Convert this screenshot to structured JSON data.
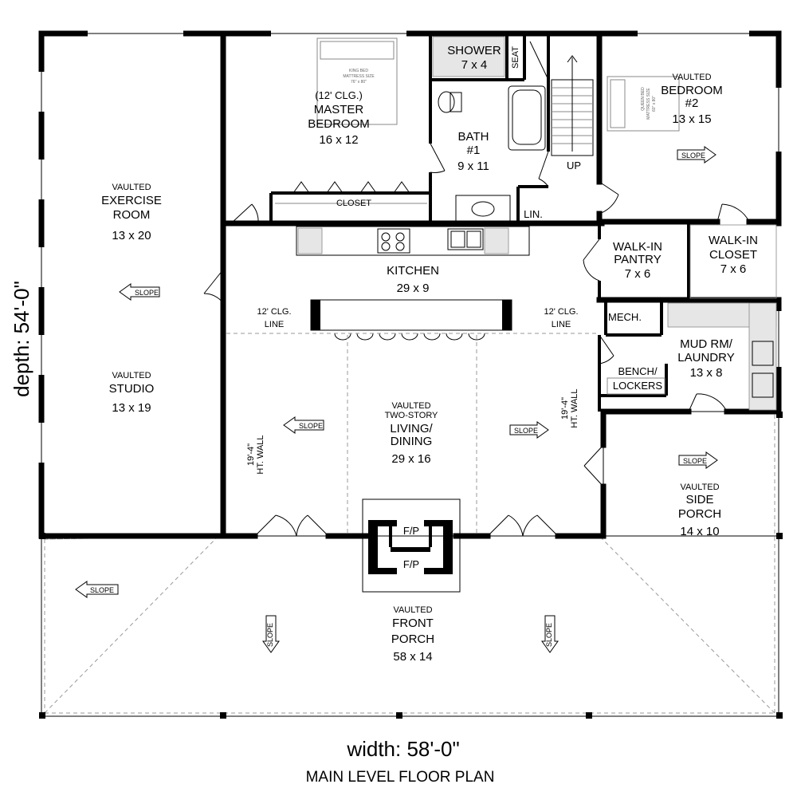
{
  "rooms": {
    "exercise": {
      "line1": "VAULTED",
      "line2": "EXERCISE",
      "line3": "ROOM",
      "size": "13 x 20"
    },
    "studio": {
      "line1": "VAULTED",
      "line2": "STUDIO",
      "size": "13 x 19"
    },
    "master": {
      "line1": "(12' CLG.)",
      "line2": "MASTER",
      "line3": "BEDROOM",
      "size": "16 x 12"
    },
    "shower": {
      "name": "SHOWER",
      "size": "7 x 4",
      "seat": "SEAT"
    },
    "bath": {
      "line1": "BATH",
      "line2": "#1",
      "size": "9 x 11"
    },
    "bedroom2": {
      "line1": "VAULTED",
      "line2": "BEDROOM",
      "line3": "#2",
      "size": "13 x 15"
    },
    "closet": "CLOSET",
    "linen": "LIN.",
    "stairs_up": "UP",
    "kitchen": {
      "name": "KITCHEN",
      "size": "29 x 9"
    },
    "pantry": {
      "line1": "WALK-IN",
      "line2": "PANTRY",
      "size": "7 x 6"
    },
    "wic": {
      "line1": "WALK-IN",
      "line2": "CLOSET",
      "size": "7 x 6"
    },
    "mech": "MECH.",
    "mud": {
      "line1": "MUD RM/",
      "line2": "LAUNDRY",
      "size": "13 x 8"
    },
    "bench": {
      "line1": "BENCH/",
      "line2": "LOCKERS"
    },
    "living": {
      "line1": "VAULTED",
      "line2": "TWO-STORY",
      "line3": "LIVING/",
      "line4": "DINING",
      "size": "29 x 16"
    },
    "side_porch": {
      "line1": "VAULTED",
      "line2": "SIDE",
      "line3": "PORCH",
      "size": "14 x 10"
    },
    "front_porch": {
      "line1": "VAULTED",
      "line2": "FRONT",
      "line3": "PORCH",
      "size": "58 x 14"
    }
  },
  "notes": {
    "clg_line_1": "12' CLG.",
    "clg_line_2": "LINE",
    "ht_wall_1": "19'-4\"",
    "ht_wall_2": "HT. WALL",
    "fireplace": "F/P",
    "slope": "SLOPE",
    "king_bed": "KING BED",
    "king_mattress": "MATTRESS SIZE",
    "king_dims": "76\" x 80\"",
    "queen_bed": "QUEEN BED",
    "queen_mattress": "MATTRESS SIZE",
    "queen_dims": "60\" x 80\""
  },
  "dimensions": {
    "width": "width: 58'-0\"",
    "depth": "depth: 54'-0\""
  },
  "title": "MAIN LEVEL FLOOR PLAN"
}
